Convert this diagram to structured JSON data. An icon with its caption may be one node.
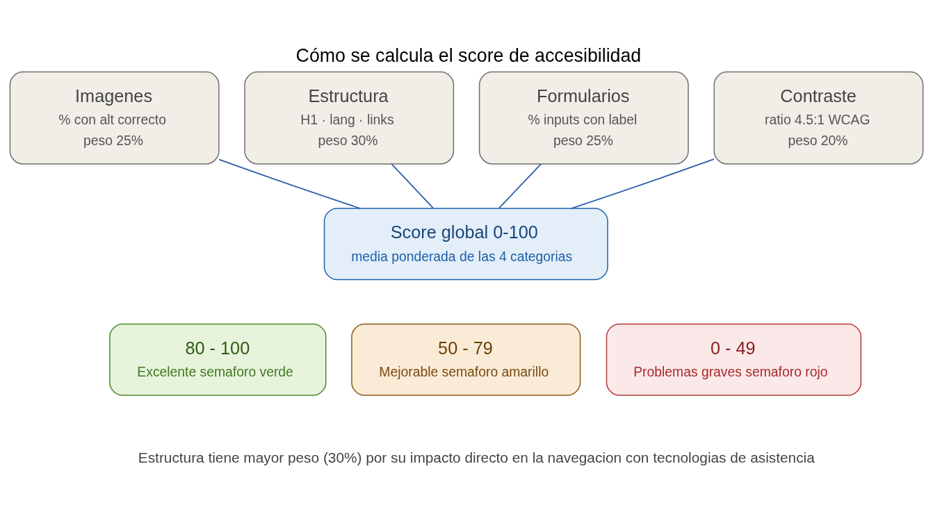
{
  "diagram": {
    "title": "Cómo se calcula el score de accesibilidad",
    "caption": "Estructura tiene mayor peso (30%) por su impacto directo en la navegacion con tecnologias de asistencia",
    "nodes": [
      {
        "text": [
          "Imagenes",
          "% con alt correcto",
          "peso 25%"
        ]
      },
      {
        "text": [
          "Estructura",
          "H1 · lang · links",
          "peso 30%"
        ]
      },
      {
        "text": [
          "Formularios",
          "% inputs con label",
          "peso 25%"
        ]
      },
      {
        "text": [
          "Contraste",
          "ratio 4.5:1 WCAG",
          "peso 20%"
        ]
      },
      {
        "text": [
          "Score global 0-100",
          "media ponderada de las 4 categorias"
        ]
      },
      {
        "text": [
          "80 - 100",
          "Excelente semaforo verde"
        ]
      },
      {
        "text": [
          "50 - 79",
          "Mejorable semaforo amarillo"
        ]
      },
      {
        "text": [
          "0 - 49",
          "Problemas graves semaforo rojo"
        ]
      }
    ],
    "edges": [
      {
        "from": 0,
        "to": 4,
        "arrow": "none"
      },
      {
        "from": 1,
        "to": 4,
        "arrow": "none"
      },
      {
        "from": 2,
        "to": 4,
        "arrow": "none"
      },
      {
        "from": 3,
        "to": 4,
        "arrow": "none"
      }
    ]
  }
}
